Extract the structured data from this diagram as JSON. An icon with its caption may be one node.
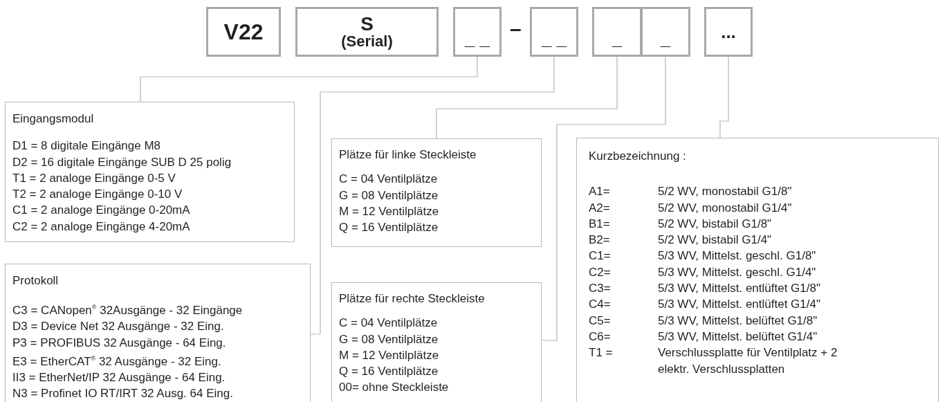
{
  "diagram": {
    "nodes": [
      {
        "text": [
          "V22"
        ]
      },
      {
        "text": [
          "S",
          "(Serial)"
        ]
      },
      {
        "text": [
          "_ _"
        ]
      },
      {
        "text": [
          "_ _"
        ]
      },
      {
        "text": [
          "_"
        ]
      },
      {
        "text": [
          "_"
        ]
      },
      {
        "text": [
          "..."
        ]
      },
      {
        "text": [
          "Eingangsmodul",
          "D1 = 8 digitale Eingänge M8",
          "D2 = 16 digitale Eingänge SUB D 25 polig",
          "T1 = 2 analoge Eingänge 0-5 V",
          "T2 = 2 analoge Eingänge 0-10 V",
          "C1 = 2 analoge Eingänge 0-20mA",
          "C2 = 2 analoge Eingänge 4-20mA"
        ]
      },
      {
        "text": [
          "Protokoll",
          "C3 = CANopen$^{®}$ 32Ausgänge - 32 Eingänge",
          "D3 = Device Net 32 Ausgänge - 32 Eing.",
          "P3 = PROFIBUS 32 Ausgänge - 64 Eing.",
          "E3 = EtherCAT$^{®}$ 32 Ausgänge - 32 Eing.",
          "II3 = EtherNet/IP 32 Ausgänge - 64 Eing.",
          "N3 = Profinet IO RT/IRT 32 Ausg. 64 Eing."
        ]
      },
      {
        "text": [
          "Plätze für linke Steckleiste",
          "C = 04 Ventilplätze",
          "G = 08 Ventilplätze",
          "M = 12 Ventilplätze",
          "Q = 16 Ventilplätze"
        ]
      },
      {
        "text": [
          "Plätze für rechte Steckleiste",
          "C = 04 Ventilplätze",
          "G = 08 Ventilplätze",
          "M = 12 Ventilplätze",
          "Q = 16 Ventilplätze",
          "00= ohne Steckleiste"
        ]
      },
      {
        "text": [
          "Kurzbezeichnung :",
          "A1=",
          "5/2 WV, monostabil G1/8\"",
          "A2=",
          "5/2 WV, monostabil G1/4\"",
          "B1=",
          "5/2 WV, bistabil G1/8\"",
          "B2=",
          "5/2 WV, bistabil G1/4\"",
          "C1=",
          "5/3 WV, Mittelst. geschl. G1/8\"",
          "C2=",
          "5/3 WV, Mittelst. geschl. G1/4\"",
          "C3=",
          "5/3 WV, Mittelst. entlüftet G1/8\"",
          "C4=",
          "5/3 WV, Mittelst. entlüftet G1/4\"",
          "C5=",
          "5/3 WV, Mittelst. belüftet G1/8\"",
          "C6=",
          "5/3 WV, Mittelst. belüftet G1/4\"",
          "T1 =",
          "Verschlussplatte für Ventilplatz + 2 elektr. Verschlussplatten"
        ]
      }
    ],
    "edges": [
      {
        "from": 2,
        "to": 7,
        "arrow": "none"
      },
      {
        "from": 3,
        "to": 8,
        "arrow": "none"
      },
      {
        "from": 4,
        "to": 9,
        "arrow": "none"
      },
      {
        "from": 5,
        "to": 10,
        "arrow": "none"
      },
      {
        "from": 6,
        "to": 11,
        "arrow": "none"
      }
    ],
    "labels": [
      "–"
    ]
  }
}
